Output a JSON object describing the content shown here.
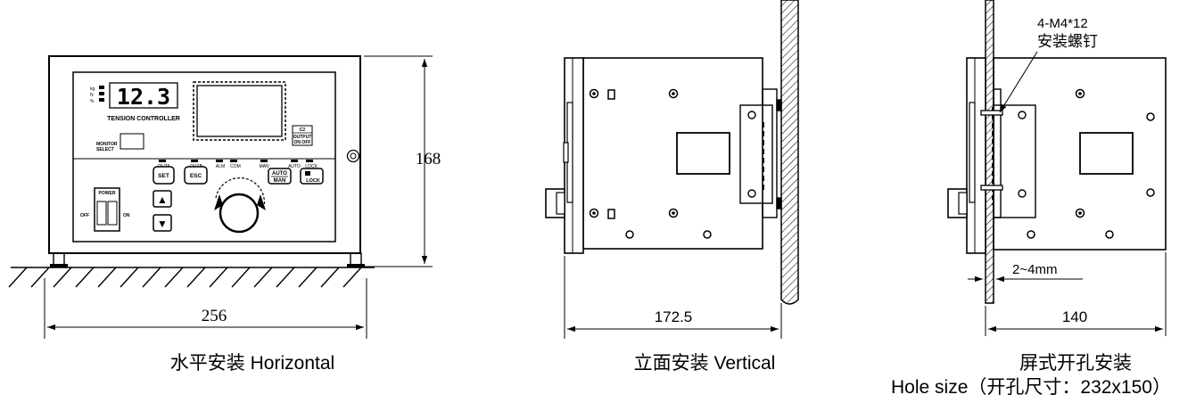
{
  "horizontal": {
    "caption": "水平安装 Horizontal",
    "width_dim": "256",
    "height_dim": "168",
    "panel": {
      "display_value": "12.3",
      "unit_kg": "kg",
      "unit_n": "N",
      "unit_pct": "%",
      "model_label": "TENSION CONTROLLER",
      "monitor_label_1": "MONITOR",
      "monitor_label_2": "SELECT",
      "c2_label": "C2",
      "output_label_1": "OUTPUT",
      "output_label_2": "ON OFF",
      "led_outa": "OUTA",
      "led_outb": "OUTB",
      "led_alm": "ALM",
      "led_com": "COM",
      "led_man": "MAN",
      "led_auto": "AUTO",
      "led_lock": "LOCK",
      "set_label": "SET",
      "esc_label": "ESC",
      "auto_label": "AUTO",
      "man_label": "MAN",
      "lock_label": "LOCK",
      "power_label": "POWER",
      "off_label": "OFF",
      "on_label": "ON",
      "up_symbol": "▲",
      "down_symbol": "▼"
    }
  },
  "vertical": {
    "caption": "立面安装 Vertical",
    "width_dim": "172.5"
  },
  "panel_mount": {
    "screw_label_1": "4-M4*12",
    "screw_label_2": "安装螺钉",
    "thickness_dim": "2~4mm",
    "width_dim": "140",
    "caption_1": "屏式开孔安装",
    "caption_2": "Hole size（开孔尺寸：232x150）"
  }
}
